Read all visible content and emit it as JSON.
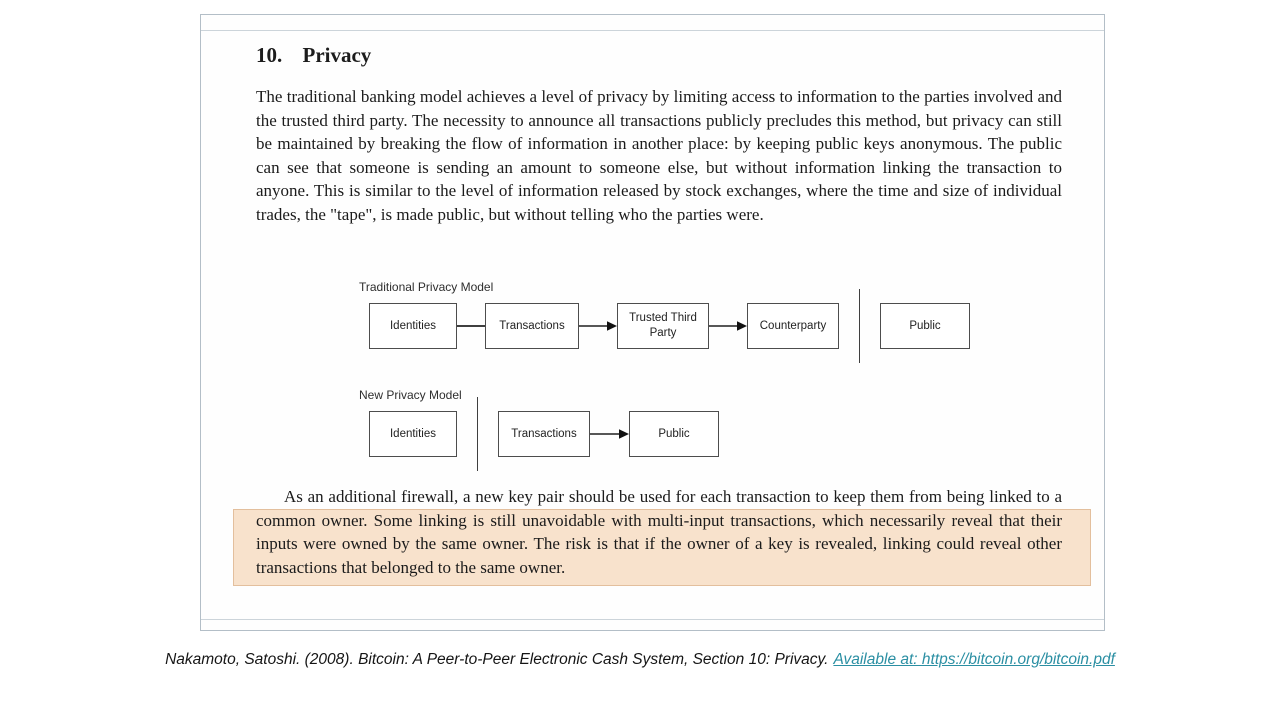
{
  "paper": {
    "section_number": "10.",
    "section_title": "Privacy",
    "paragraph_1": "The traditional banking model achieves a level of privacy by limiting access to information to the parties involved and the trusted third party.  The necessity to announce all transactions publicly precludes this method, but privacy can still be maintained by breaking the flow of information in another place: by keeping public keys anonymous.  The public can see that someone is sending an amount to someone else, but without information linking the transaction to anyone.  This is similar to the level of information released by stock exchanges, where the time and size of individual trades, the \"tape\", is made public, but without telling who the parties were.",
    "diagram_traditional": {
      "label": "Traditional Privacy Model",
      "box_identities": "Identities",
      "box_transactions": "Transactions",
      "box_trusted_third_party": "Trusted Third Party",
      "box_counterparty": "Counterparty",
      "box_public": "Public"
    },
    "diagram_new": {
      "label": "New Privacy Model",
      "box_identities": "Identities",
      "box_transactions": "Transactions",
      "box_public": "Public"
    },
    "paragraph_2": "As an additional firewall, a new key pair should be used for each transaction to keep them from being linked to a common owner.  Some linking is still unavoidable with multi-input transactions, which necessarily reveal that their inputs were owned by the same owner.  The risk is that if the owner of a key is revealed, linking could reveal other transactions that belonged to the same owner.",
    "highlight_color": "#f8e2cc"
  },
  "citation": {
    "text": "Nakamoto, Satoshi. (2008). Bitcoin: A Peer-to-Peer Electronic Cash System, Section 10: Privacy.",
    "link": "Available at: https://bitcoin.org/bitcoin.pdf",
    "link_color": "#2b8fa3"
  }
}
